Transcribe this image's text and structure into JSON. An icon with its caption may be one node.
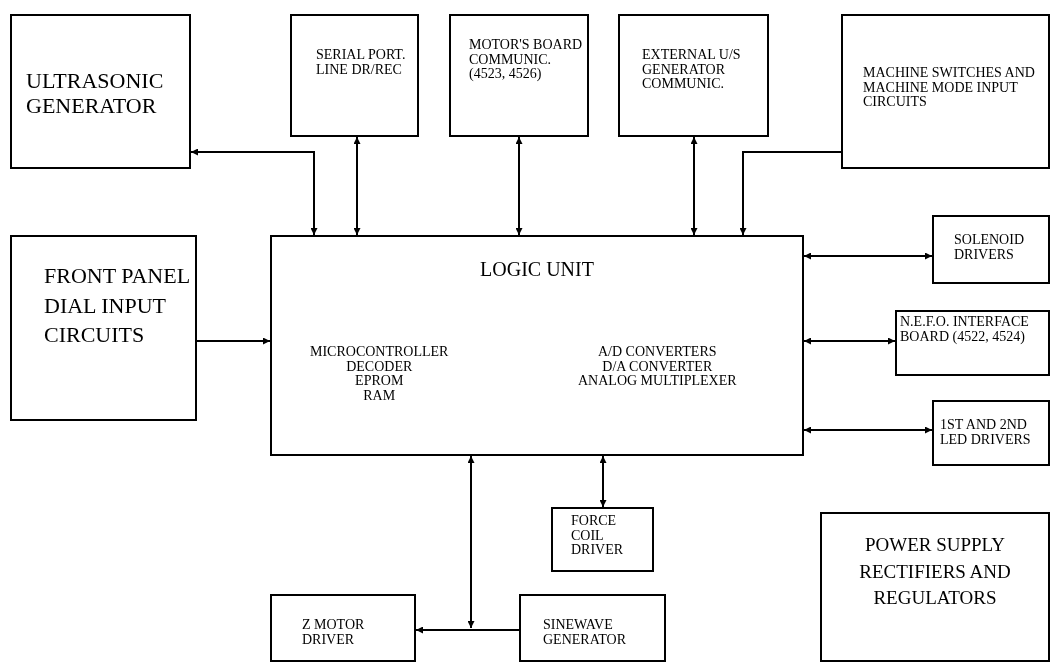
{
  "diagram": {
    "nodes": [
      {
        "text": [
          "ULTRASONIC GENERATOR"
        ]
      },
      {
        "text": [
          "SERIAL PORT. LINE DR/REC"
        ]
      },
      {
        "text": [
          "MOTOR'S BOARD COMMUNIC. (4523, 4526)"
        ]
      },
      {
        "text": [
          "EXTERNAL U/S GENERATOR COMMUNIC."
        ]
      },
      {
        "text": [
          "MACHINE SWITCHES AND MACHINE MODE INPUT CIRCUITS"
        ]
      },
      {
        "text": [
          "FRONT PANEL DIAL INPUT CIRCUITS"
        ]
      },
      {
        "text": [
          "LOGIC UNIT",
          "MICROCONTROLLER",
          "DECODER",
          "EPROM",
          "RAM",
          "A/D CONVERTERS",
          "D/A CONVERTER",
          "ANALOG MULTIPLEXER"
        ]
      },
      {
        "text": [
          "SOLENOID DRIVERS"
        ]
      },
      {
        "text": [
          "N.E.F.O. INTERFACE BOARD (4522, 4524)"
        ]
      },
      {
        "text": [
          "1ST AND 2ND LED DRIVERS"
        ]
      },
      {
        "text": [
          "FORCE COIL DRIVER"
        ]
      },
      {
        "text": [
          "POWER SUPPLY RECTIFIERS AND REGULATORS"
        ]
      },
      {
        "text": [
          "Z MOTOR DRIVER"
        ]
      },
      {
        "text": [
          "SINEWAVE GENERATOR"
        ]
      }
    ],
    "edges": [
      {
        "from": 6,
        "to": 0,
        "arrow": "both"
      },
      {
        "from": 1,
        "to": 6,
        "arrow": "both"
      },
      {
        "from": 2,
        "to": 6,
        "arrow": "both"
      },
      {
        "from": 3,
        "to": 6,
        "arrow": "both"
      },
      {
        "from": 4,
        "to": 6,
        "arrow": "to"
      },
      {
        "from": 5,
        "to": 6,
        "arrow": "to"
      },
      {
        "from": 6,
        "to": 7,
        "arrow": "both"
      },
      {
        "from": 6,
        "to": 8,
        "arrow": "both"
      },
      {
        "from": 6,
        "to": 9,
        "arrow": "both"
      },
      {
        "from": 6,
        "to": 10,
        "arrow": "both"
      },
      {
        "from": 13,
        "to": 12,
        "arrow": "to"
      },
      {
        "from": 6,
        "to": null,
        "arrow": "both"
      }
    ]
  }
}
